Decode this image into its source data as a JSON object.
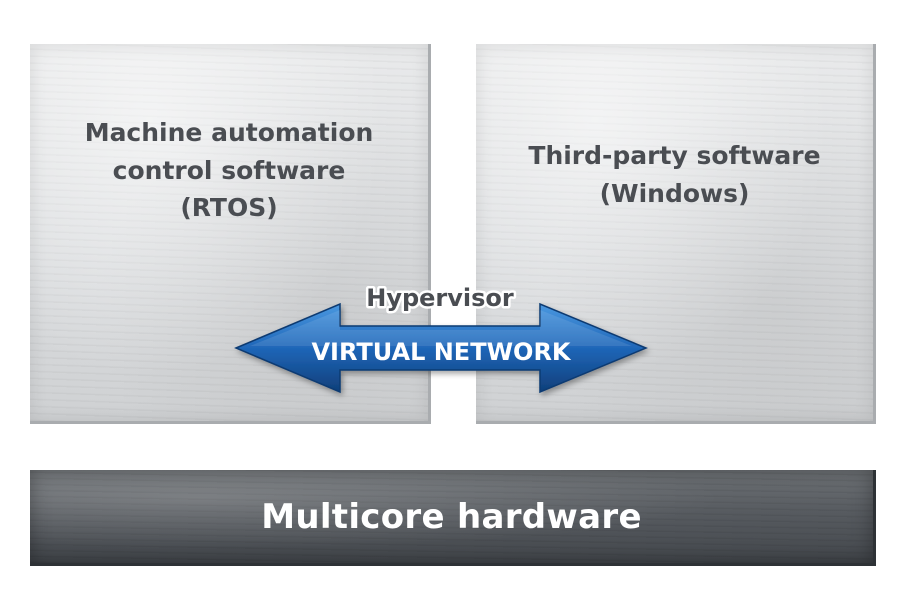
{
  "blocks": {
    "left": {
      "lines": [
        "Machine automation",
        "control software",
        "(RTOS)"
      ]
    },
    "right": {
      "lines": [
        "Third-party software",
        "(Windows)"
      ]
    },
    "hardware": {
      "label": "Multicore hardware"
    }
  },
  "hypervisor": {
    "label": "Hypervisor"
  },
  "network": {
    "label": "VIRTUAL NETWORK",
    "direction": "bidirectional"
  },
  "colors": {
    "arrow_main": "#1f66b8",
    "arrow_light": "#4a98e0",
    "arrow_dark": "#0f3f7a",
    "block_light": "#dfe1e3",
    "block_dark": "#50545a",
    "text_dark": "#4a4d52",
    "text_light": "#ffffff"
  }
}
